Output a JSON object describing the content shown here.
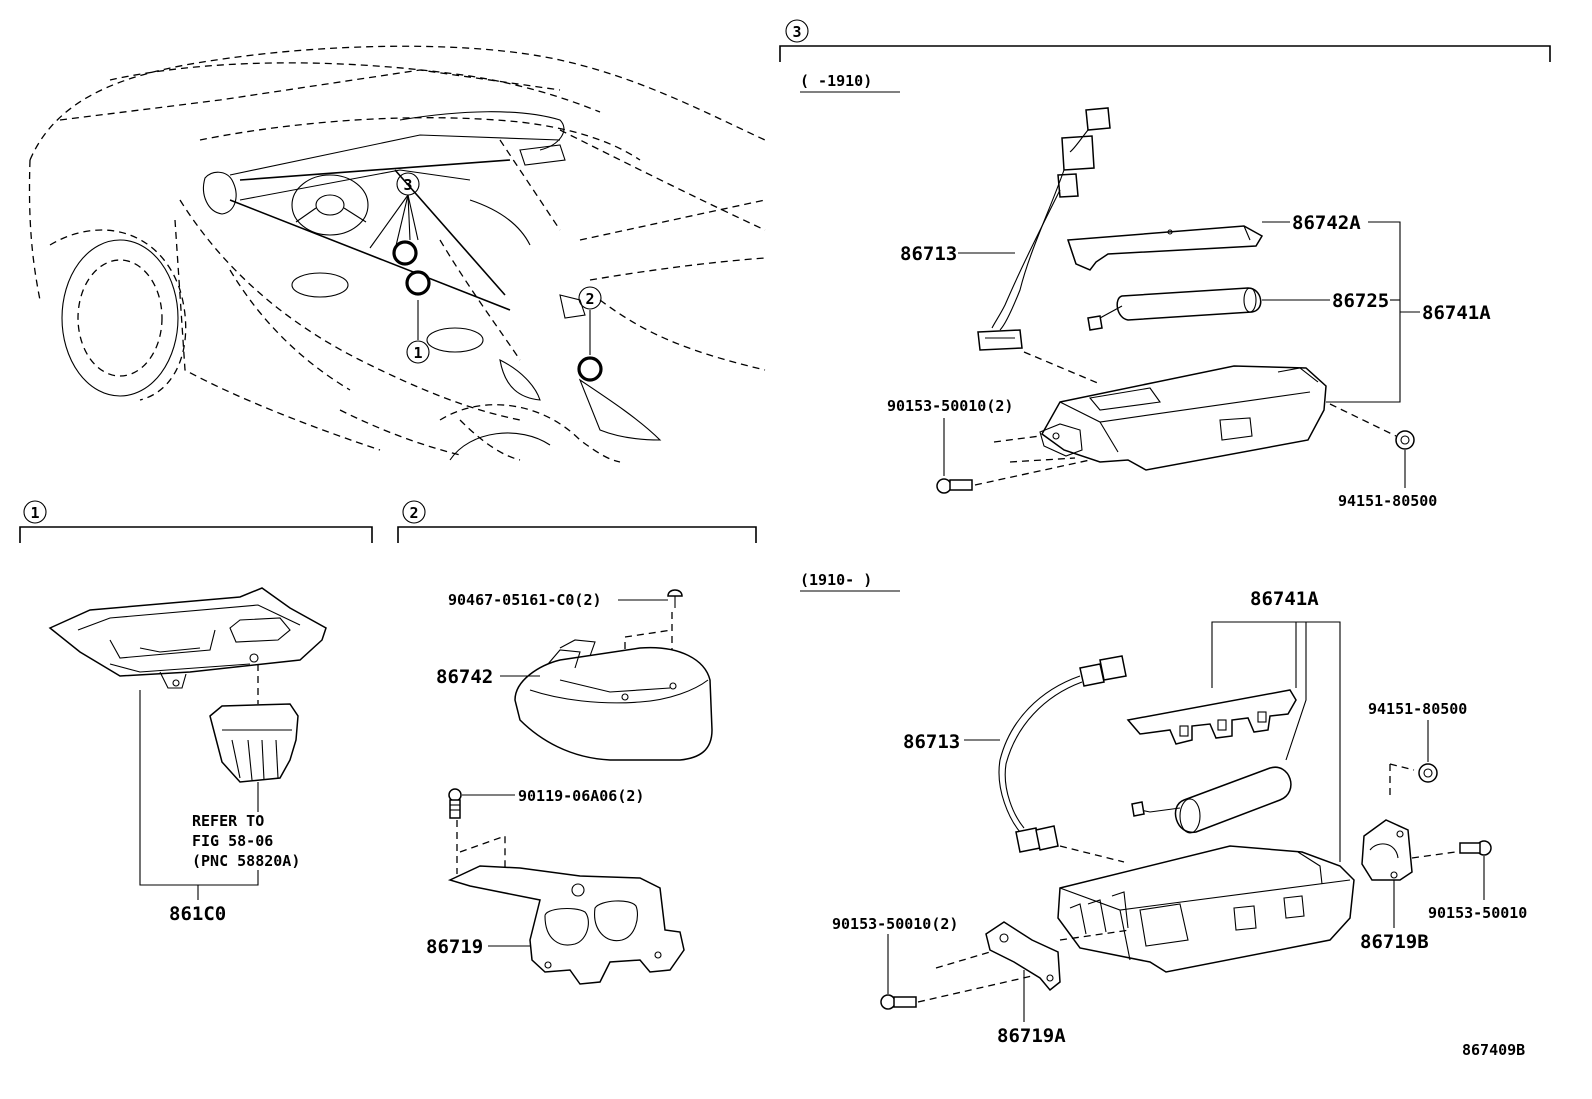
{
  "callouts": {
    "one": "1",
    "two": "2",
    "three": "3"
  },
  "date_ranges": {
    "upper": "(     -1910)",
    "lower": "(1910-      )"
  },
  "section1": {
    "assembly": "861C0",
    "refer_line1": "REFER TO",
    "refer_line2": "FIG 58-06",
    "refer_line3": "(PNC 58820A)"
  },
  "section2": {
    "screw": "90467-05161-C0(2)",
    "cover": "86742",
    "bolt": "90119-06A06(2)",
    "bracket": "86719"
  },
  "section3_upper": {
    "harness": "86713",
    "cover": "86742A",
    "battery": "86725",
    "assembly": "86741A",
    "bolt": "90153-50010(2)",
    "nut": "94151-80500"
  },
  "section3_lower": {
    "assembly": "86741A",
    "harness": "86713",
    "nut": "94151-80500",
    "bolt_left": "90153-50010(2)",
    "bolt_right": "90153-50010",
    "bracket_right": "86719B",
    "bracket_left": "86719A"
  },
  "figure_id": "867409B"
}
